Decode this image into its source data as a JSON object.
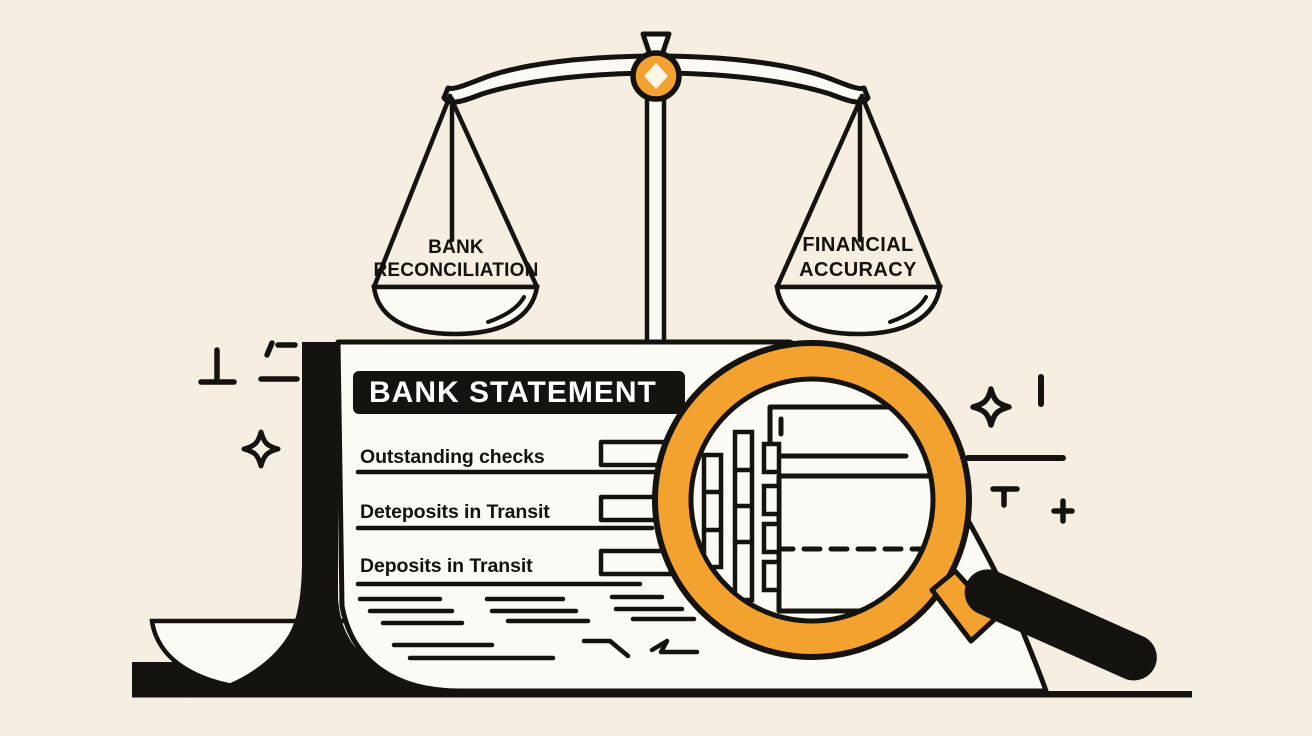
{
  "colors": {
    "background": "#F6EFE1",
    "ink": "#151310",
    "paper": "#FBFAF5",
    "accent_orange": "#F4A22F"
  },
  "scale": {
    "left_pan_label_line1": "BANK",
    "left_pan_label_line2": "RECONCILIATION",
    "right_pan_label_line1": "FINANCIAL",
    "right_pan_label_line2": "ACCURACY"
  },
  "statement": {
    "title": "BANK STATEMENT",
    "items": [
      {
        "label": "Outstanding checks"
      },
      {
        "label": "Deteposits in Transit"
      },
      {
        "label": "Deposits in Transit"
      }
    ]
  },
  "icons": [
    "balance-scale-icon",
    "magnifying-glass-icon",
    "bank-statement-document",
    "bowl-icon",
    "sparkle-icon",
    "perpendicular-mark-icon",
    "tick-dash-mark-icon",
    "vertical-bar-mark-icon",
    "horizontal-line-mark-icon",
    "t-mark-icon",
    "plus-mark-icon"
  ]
}
